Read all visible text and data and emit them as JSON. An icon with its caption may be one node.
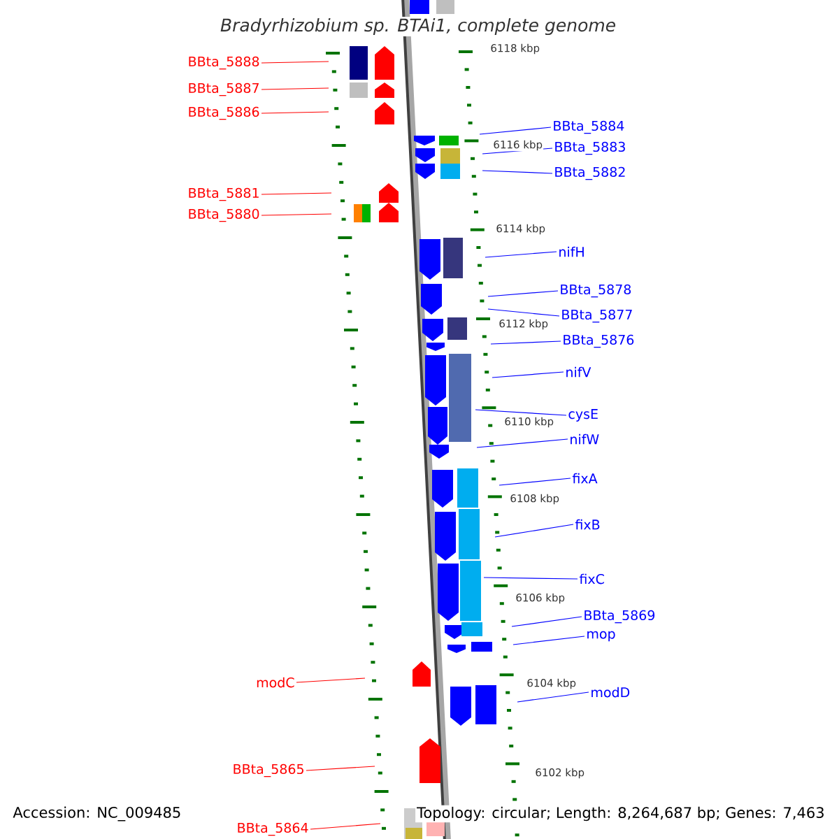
{
  "diagram": {
    "title": "Bradyrhizobium sp. BTAi1, complete genome",
    "nodes": [
      {
        "text": [
          "BBta_5888"
        ]
      },
      {
        "text": [
          "BBta_5887"
        ]
      },
      {
        "text": [
          "BBta_5886"
        ]
      },
      {
        "text": [
          "BBta_5884"
        ]
      },
      {
        "text": [
          "BBta_5883"
        ]
      },
      {
        "text": [
          "BBta_5882"
        ]
      },
      {
        "text": [
          "BBta_5881"
        ]
      },
      {
        "text": [
          "BBta_5880"
        ]
      },
      {
        "text": [
          "nifH"
        ]
      },
      {
        "text": [
          "BBta_5878"
        ]
      },
      {
        "text": [
          "BBta_5877"
        ]
      },
      {
        "text": [
          "BBta_5876"
        ]
      },
      {
        "text": [
          "nifV"
        ]
      },
      {
        "text": [
          "cysE"
        ]
      },
      {
        "text": [
          "nifW"
        ]
      },
      {
        "text": [
          "fixA"
        ]
      },
      {
        "text": [
          "fixB"
        ]
      },
      {
        "text": [
          "fixC"
        ]
      },
      {
        "text": [
          "BBta_5869"
        ]
      },
      {
        "text": [
          "mop"
        ]
      },
      {
        "text": [
          "modC"
        ]
      },
      {
        "text": [
          "modD"
        ]
      },
      {
        "text": [
          "BBta_5865"
        ]
      },
      {
        "text": [
          "BBta_5864"
        ]
      }
    ],
    "edges": [
      {
        "from": 0,
        "to": null,
        "arrow": "none",
        "color": "#ff0000"
      },
      {
        "from": 1,
        "to": null,
        "arrow": "none",
        "color": "#ff0000"
      },
      {
        "from": 2,
        "to": null,
        "arrow": "none",
        "color": "#ff0000"
      },
      {
        "from": 3,
        "to": null,
        "arrow": "none"
      },
      {
        "from": 4,
        "to": null,
        "arrow": "none"
      },
      {
        "from": 5,
        "to": null,
        "arrow": "none"
      },
      {
        "from": 6,
        "to": null,
        "arrow": "none",
        "color": "#ff0000"
      },
      {
        "from": 7,
        "to": null,
        "arrow": "none",
        "color": "#ff0000"
      },
      {
        "from": 8,
        "to": null,
        "arrow": "none"
      },
      {
        "from": 9,
        "to": null,
        "arrow": "none"
      },
      {
        "from": 10,
        "to": null,
        "arrow": "none"
      },
      {
        "from": 11,
        "to": null,
        "arrow": "none"
      },
      {
        "from": 12,
        "to": null,
        "arrow": "none"
      },
      {
        "from": 13,
        "to": null,
        "arrow": "none"
      },
      {
        "from": 14,
        "to": null,
        "arrow": "none"
      },
      {
        "from": 15,
        "to": null,
        "arrow": "none"
      },
      {
        "from": 16,
        "to": null,
        "arrow": "none"
      },
      {
        "from": 17,
        "to": null,
        "arrow": "none"
      },
      {
        "from": 18,
        "to": null,
        "arrow": "none"
      },
      {
        "from": 19,
        "to": null,
        "arrow": "none"
      },
      {
        "from": 20,
        "to": null,
        "arrow": "none",
        "color": "#ff0000"
      },
      {
        "from": 21,
        "to": null,
        "arrow": "none"
      },
      {
        "from": 22,
        "to": null,
        "arrow": "none",
        "color": "#ff0000"
      },
      {
        "from": 23,
        "to": null,
        "arrow": "none",
        "color": "#ff0000"
      }
    ],
    "labels": [
      "6118 kbp",
      "6116 kbp",
      "6114 kbp",
      "6112 kbp",
      "6110 kbp",
      "6108 kbp",
      "6106 kbp",
      "6104 kbp",
      "6102 kbp",
      "Accession: NC_009485",
      "Topology: circular; Length: 8,264,687 bp; Genes: 7,463"
    ]
  }
}
